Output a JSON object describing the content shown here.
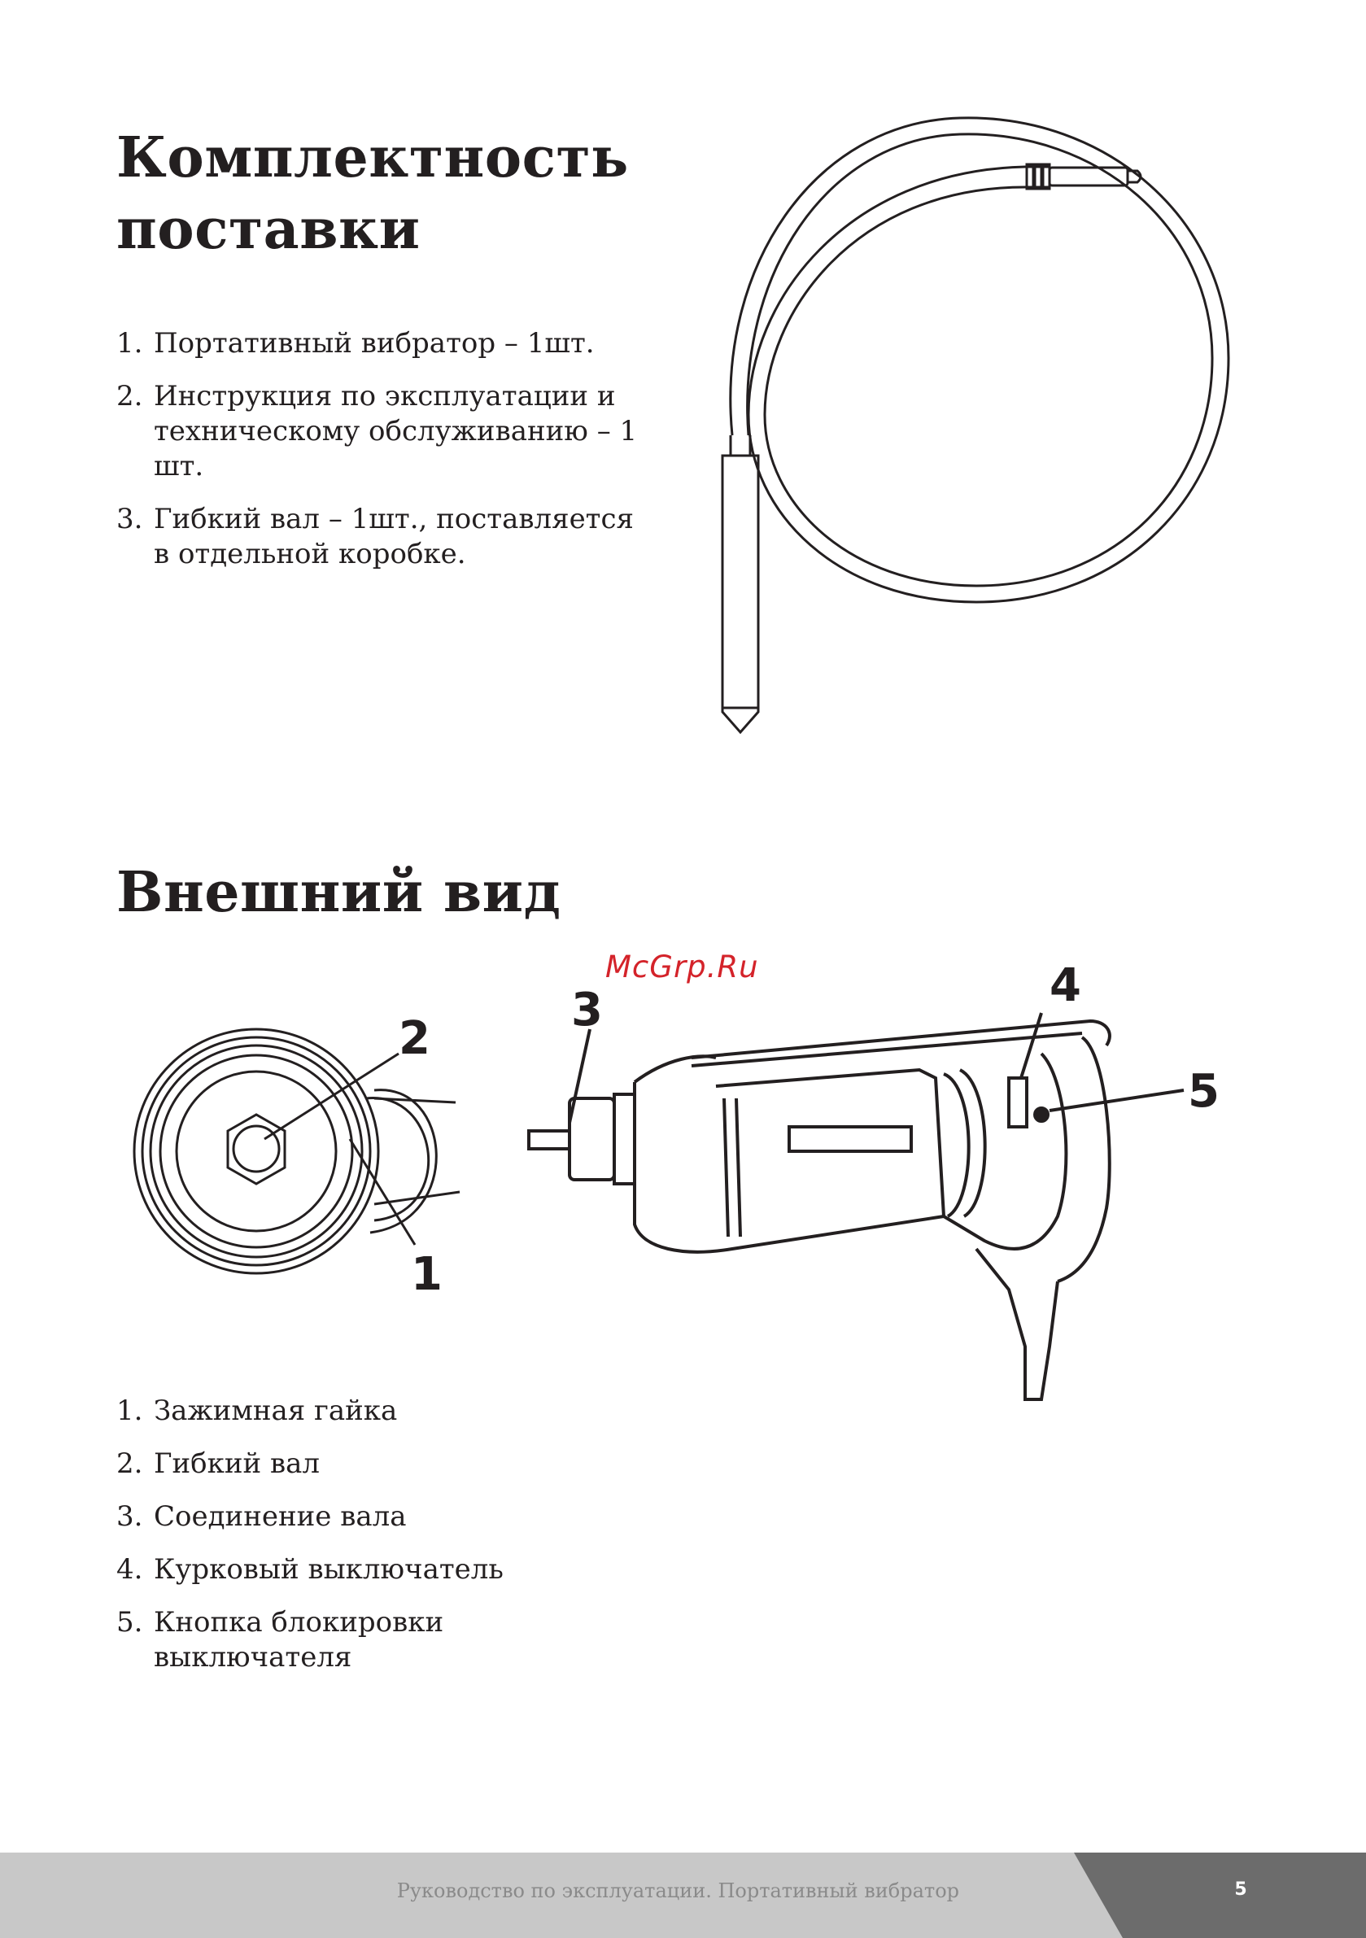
{
  "section_delivery": {
    "title": "Комплектность поставки",
    "items": [
      {
        "num": "1.",
        "text": "Портативный вибратор – 1шт."
      },
      {
        "num": "2.",
        "text": "Инструкция по эксплуатации и техническому обслуживанию – 1 шт."
      },
      {
        "num": "3.",
        "text": "Гибкий вал – 1шт., поставляется в отдельной коробке."
      }
    ]
  },
  "section_view": {
    "title": "Внешний вид",
    "callouts": [
      "1",
      "2",
      "3",
      "4",
      "5"
    ],
    "items": [
      {
        "num": "1.",
        "text": "Зажимная гайка"
      },
      {
        "num": "2.",
        "text": "Гибкий вал"
      },
      {
        "num": "3.",
        "text": "Соединение вала"
      },
      {
        "num": "4.",
        "text": "Курковый выключатель"
      },
      {
        "num": "5.",
        "text": "Кнопка блокировки выключателя"
      }
    ]
  },
  "watermark": "McGrp.Ru",
  "footer": {
    "text": "Руководство по эксплуатации. Портативный вибратор",
    "page_number": "5"
  },
  "colors": {
    "text": "#231f20",
    "watermark": "#d4232a",
    "footer_light": "#c8c8c8",
    "footer_dark": "#6c6c6c"
  }
}
